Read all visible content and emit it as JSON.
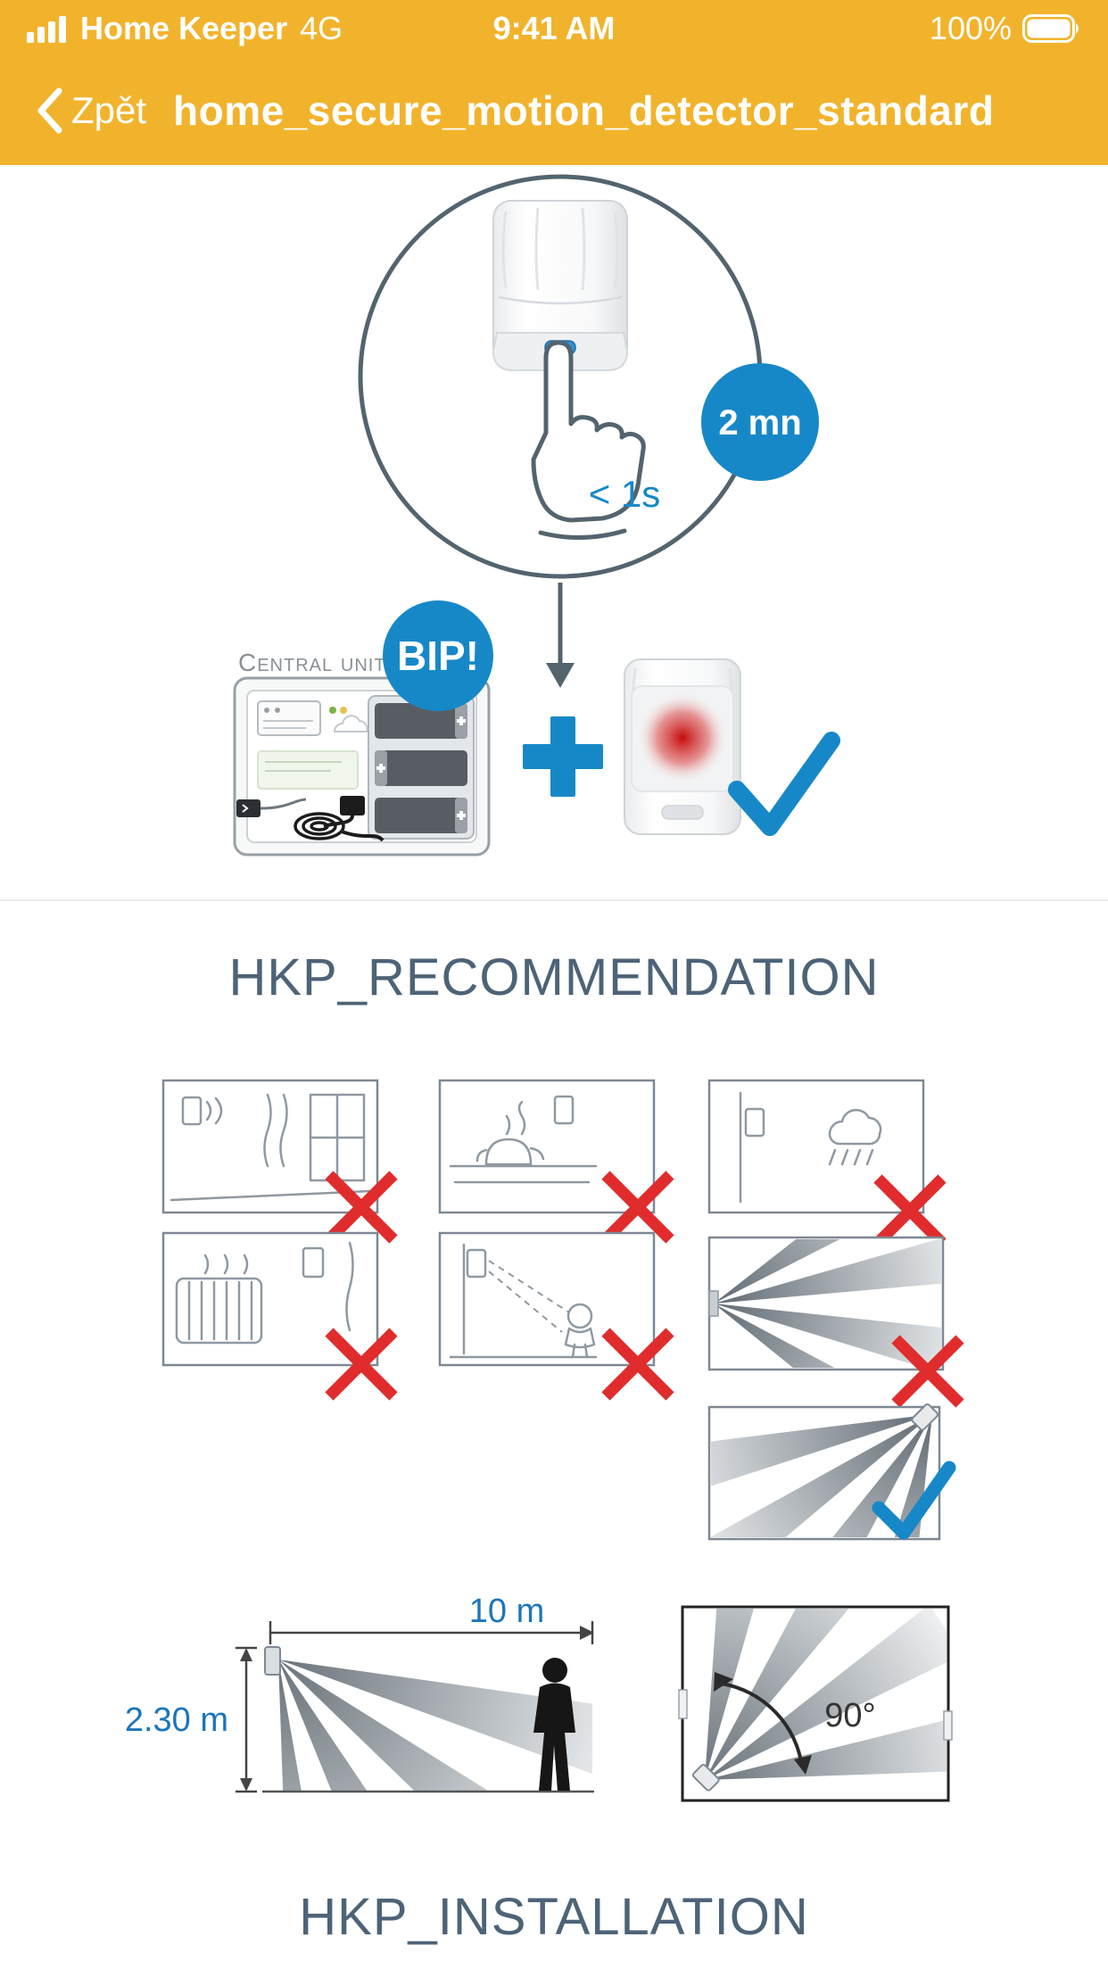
{
  "status_bar": {
    "carrier": "Home Keeper",
    "network": "4G",
    "time": "9:41 AM",
    "battery_percent": "100%"
  },
  "nav_bar": {
    "back_label": "Zpět",
    "title": "home_secure_motion_detector_standard"
  },
  "pairing_diagram": {
    "press_duration_label": "< 1s",
    "timer_badge_label": "2 mn",
    "central_unit_label": "Central unit",
    "beep_badge_label": "BIP!"
  },
  "recommendation_section": {
    "title": "HKP_RECOMMENDATION"
  },
  "installation_section": {
    "title": "HKP_INSTALLATION",
    "mount_height_label": "2.30 m",
    "detection_range_label": "10 m",
    "detection_angle_label": "90°"
  },
  "colors": {
    "accent_yellow": "#F2B32C",
    "accent_blue": "#1788C7",
    "heading_color": "#4D6377",
    "error_red": "#E02C2C"
  }
}
